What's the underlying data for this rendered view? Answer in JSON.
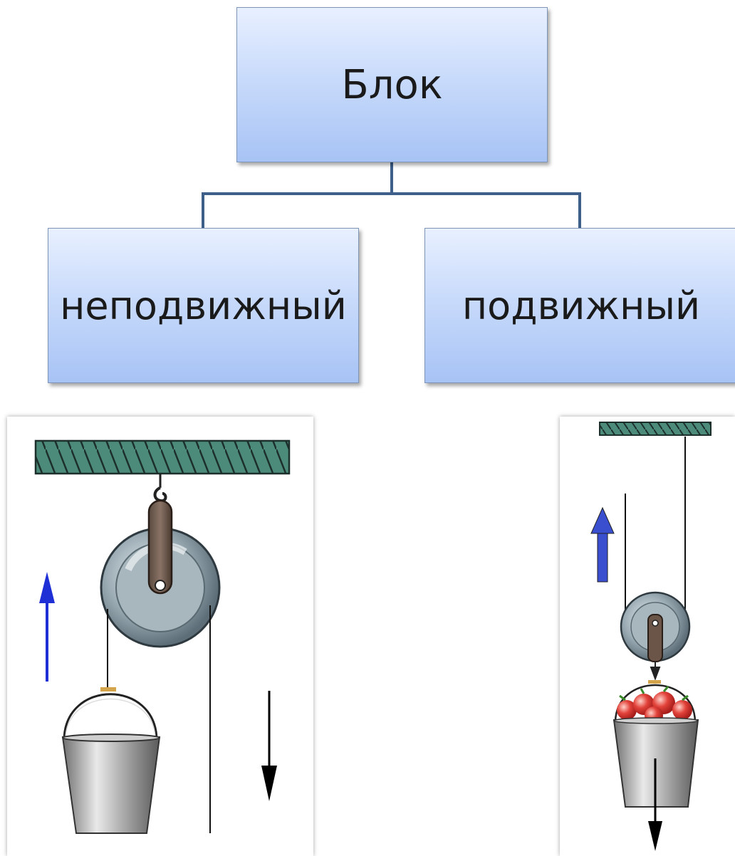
{
  "diagram": {
    "root": {
      "label": "Блок"
    },
    "children": [
      {
        "label": "неподвижный"
      },
      {
        "label": "подвижный"
      }
    ]
  },
  "colors": {
    "box_top": "#e8f0ff",
    "box_bottom": "#a7c3f5",
    "connector": "#3d5f8a",
    "ceiling": "#3f6e63",
    "pulley_metal": "#8f9ea6",
    "arrow_effort": "#1f2fd6",
    "arrow_load": "#000000"
  },
  "illustrations": [
    {
      "type": "fixed-pulley",
      "icons": [
        "ceiling-icon",
        "pulley-icon",
        "bucket-icon",
        "up-arrow-icon",
        "down-arrow-icon"
      ]
    },
    {
      "type": "movable-pulley",
      "icons": [
        "ceiling-icon",
        "pulley-icon",
        "apple-bucket-icon",
        "up-arrow-icon",
        "down-arrow-icon"
      ]
    }
  ]
}
